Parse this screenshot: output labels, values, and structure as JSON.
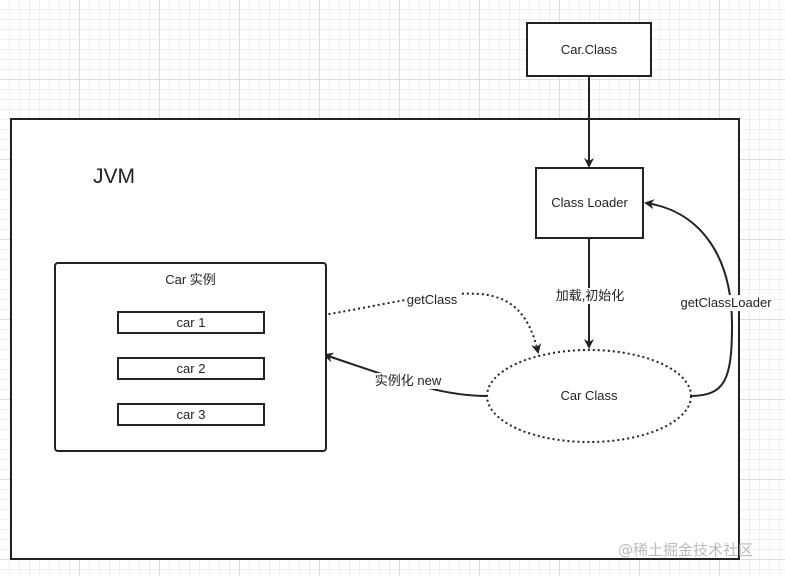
{
  "nodes": {
    "car_class_file": "Car.Class",
    "jvm_label": "JVM",
    "class_loader": "Class Loader",
    "car_instances_title": "Car 实例",
    "instances": [
      "car 1",
      "car 2",
      "car 3"
    ],
    "car_class": "Car Class"
  },
  "edges": {
    "load_init": "加载,初始化",
    "get_class": "getClass",
    "instantiate_new": "实例化 new",
    "get_class_loader": "getClassLoader"
  },
  "watermark": "@稀土掘金技术社区"
}
